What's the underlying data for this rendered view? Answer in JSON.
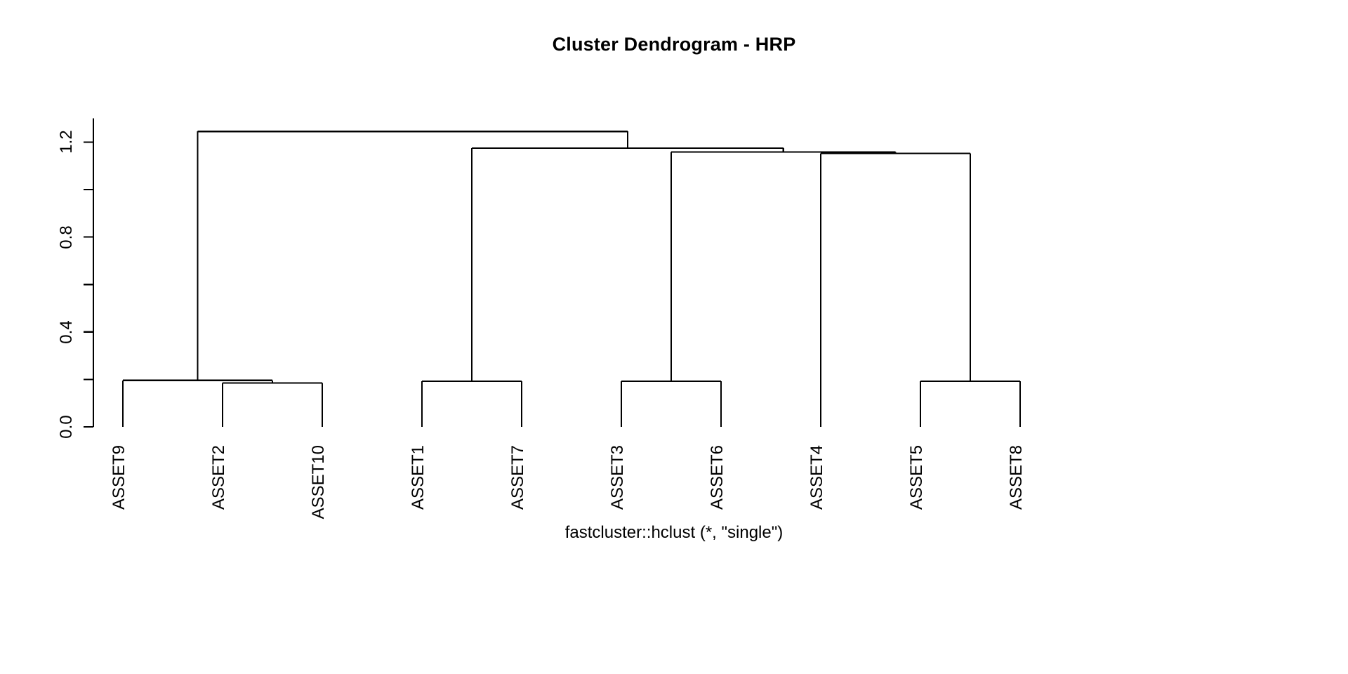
{
  "chart_data": {
    "type": "dendrogram",
    "title": "Cluster Dendrogram - HRP",
    "subtitle": "fastcluster::hclust (*, \"single\")",
    "xlabel": "",
    "ylabel": "",
    "ylim": [
      0.0,
      1.3
    ],
    "grid": false,
    "legend": null,
    "linkage": "single",
    "axis": {
      "tick_labels": [
        "0.0",
        "0.4",
        "0.8",
        "1.2"
      ],
      "tick_values": [
        0.0,
        0.4,
        0.8,
        1.2
      ],
      "minor_tick_values": [
        0.2,
        0.6,
        1.0
      ],
      "axis_line_top_value": 1.3,
      "axis_line_bottom_value": 0.0
    },
    "leaf_order": [
      "ASSET9",
      "ASSET2",
      "ASSET10",
      "ASSET1",
      "ASSET7",
      "ASSET3",
      "ASSET6",
      "ASSET4",
      "ASSET5",
      "ASSET8"
    ],
    "merges": [
      {
        "id": "m1",
        "label": "ASSET2 + ASSET10",
        "height": 0.185,
        "left": "ASSET2",
        "right": "ASSET10"
      },
      {
        "id": "m2",
        "label": "ASSET9 + (ASSET2,ASSET10)",
        "height": 0.196,
        "left": "ASSET9",
        "right": "m1"
      },
      {
        "id": "m3",
        "label": "ASSET1 + ASSET7",
        "height": 0.192,
        "left": "ASSET1",
        "right": "ASSET7"
      },
      {
        "id": "m4",
        "label": "ASSET3 + ASSET6",
        "height": 0.192,
        "left": "ASSET3",
        "right": "ASSET6"
      },
      {
        "id": "m5",
        "label": "ASSET5 + ASSET8",
        "height": 0.192,
        "left": "ASSET5",
        "right": "ASSET8"
      },
      {
        "id": "m6",
        "label": "ASSET4 + (ASSET5,ASSET8)",
        "height": 1.152,
        "left": "ASSET4",
        "right": "m5"
      },
      {
        "id": "m7",
        "label": "(ASSET3,ASSET6) + m6",
        "height": 1.158,
        "left": "m4",
        "right": "m6"
      },
      {
        "id": "m8",
        "label": "(ASSET1,ASSET7) + m7",
        "height": 1.175,
        "left": "m3",
        "right": "m7"
      },
      {
        "id": "m9",
        "label": "(ASSET9,ASSET2,ASSET10) + m8",
        "height": 1.245,
        "left": "m2",
        "right": "m8"
      }
    ],
    "colors": {
      "background": "#ffffff",
      "line": "#000000",
      "text": "#000000"
    }
  }
}
